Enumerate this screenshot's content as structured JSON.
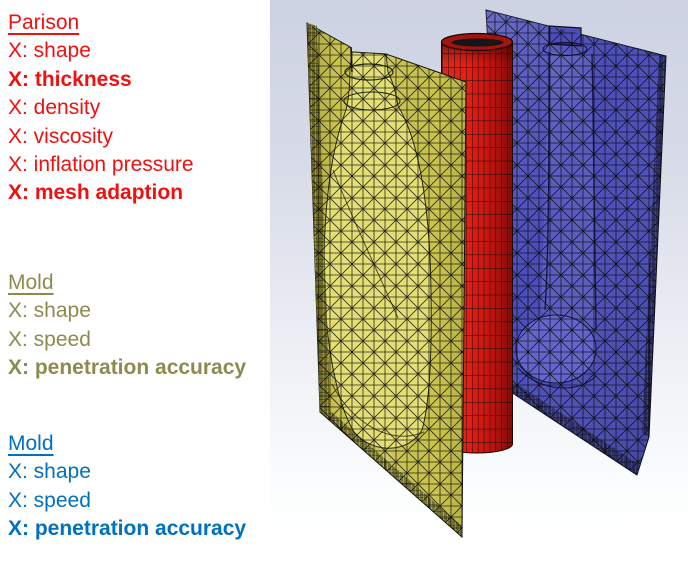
{
  "panel": {
    "groups": [
      {
        "title": "Parison",
        "color": "#f01010",
        "items": [
          {
            "label": "X: shape",
            "bold": false
          },
          {
            "label": "X: thickness",
            "bold": true
          },
          {
            "label": "X: density",
            "bold": false
          },
          {
            "label": "X: viscosity",
            "bold": false
          },
          {
            "label": "X: inflation pressure",
            "bold": false
          },
          {
            "label": "X: mesh adaption",
            "bold": true
          }
        ]
      },
      {
        "title": "Mold",
        "color": "#8b8b50",
        "items": [
          {
            "label": "X: shape",
            "bold": false
          },
          {
            "label": "X: speed",
            "bold": false
          },
          {
            "label": "X: penetration accuracy",
            "bold": true
          }
        ]
      },
      {
        "title": "Mold",
        "color": "#0070c0",
        "items": [
          {
            "label": "X: shape",
            "bold": false
          },
          {
            "label": "X: speed",
            "bold": false
          },
          {
            "label": "X: penetration accuracy",
            "bold": true
          }
        ]
      }
    ]
  },
  "scene": {
    "background_top": "#cdd2e3",
    "background_bottom": "#ffffff",
    "parison_color": "#e11b12",
    "mold_front_color": "#cbc54e",
    "mold_front_cavity": "#e3df74",
    "mold_front_side": "#9d9732",
    "mold_back_color": "#4b4dba",
    "mold_back_cavity": "#6466ce",
    "mesh_line_color": "#0a0a0a"
  }
}
